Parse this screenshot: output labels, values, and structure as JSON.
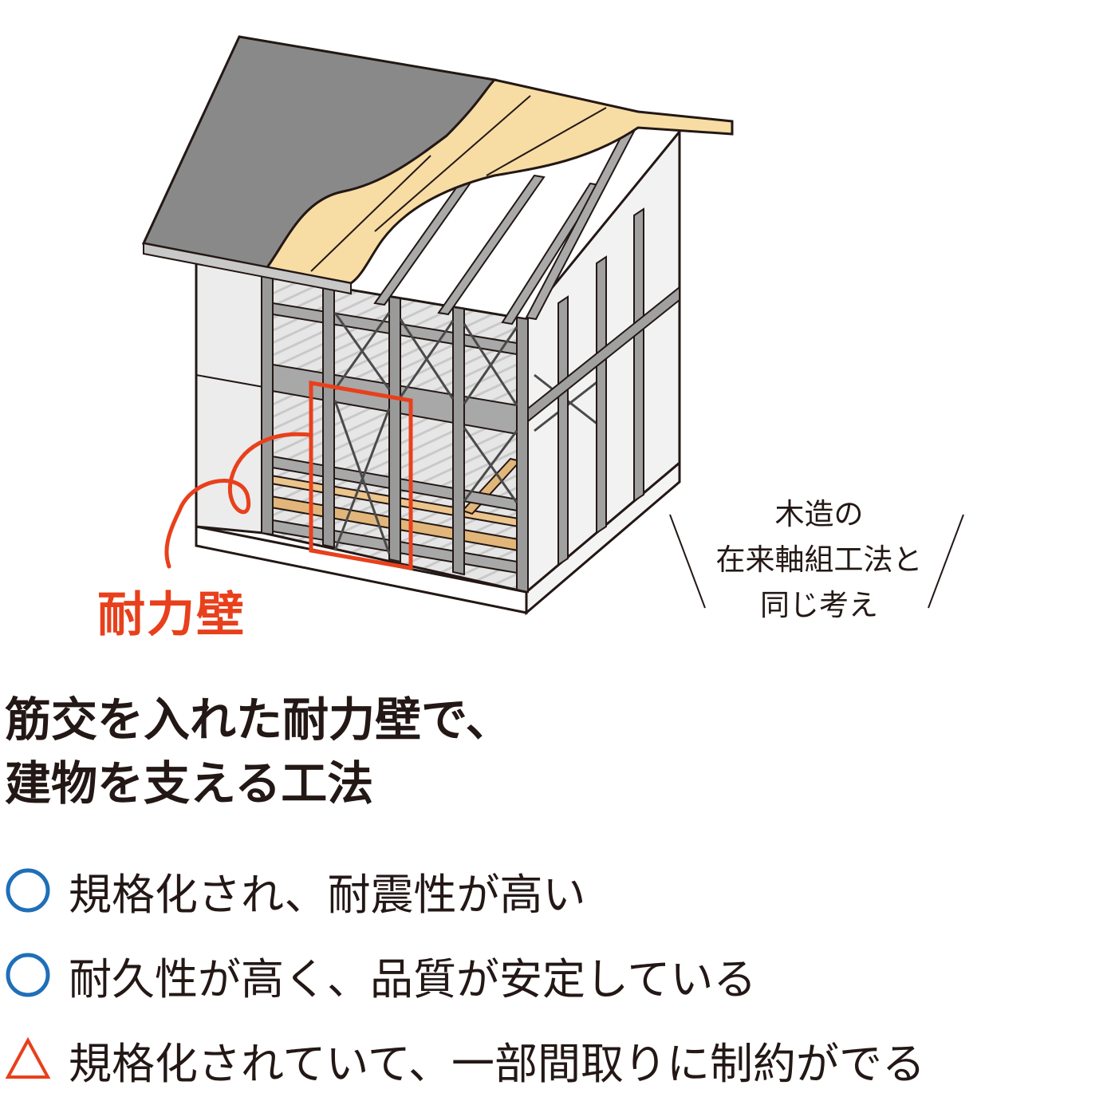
{
  "colors": {
    "accent_red": "#e8401c",
    "bullet_blue": "#1f6fb8",
    "text": "#231815",
    "roof": "#898989",
    "plywood": "#f7dca4",
    "frame": "#8e8e8e",
    "wall": "#efefef"
  },
  "diagram": {
    "wall_label": "耐力壁",
    "note_lines": [
      "木造の",
      "在来軸組工法と",
      "同じ考え"
    ]
  },
  "headline": {
    "line1": "筋交を入れた耐力壁で、",
    "line2": "建物を支える工法"
  },
  "points": [
    {
      "mark": "circle",
      "mark_icon": "circle-icon",
      "text": "規格化され、耐震性が高い"
    },
    {
      "mark": "circle",
      "mark_icon": "circle-icon",
      "text": "耐久性が高く、品質が安定している"
    },
    {
      "mark": "triangle",
      "mark_icon": "triangle-icon",
      "text": "規格化されていて、一部間取りに制約がでる"
    }
  ]
}
